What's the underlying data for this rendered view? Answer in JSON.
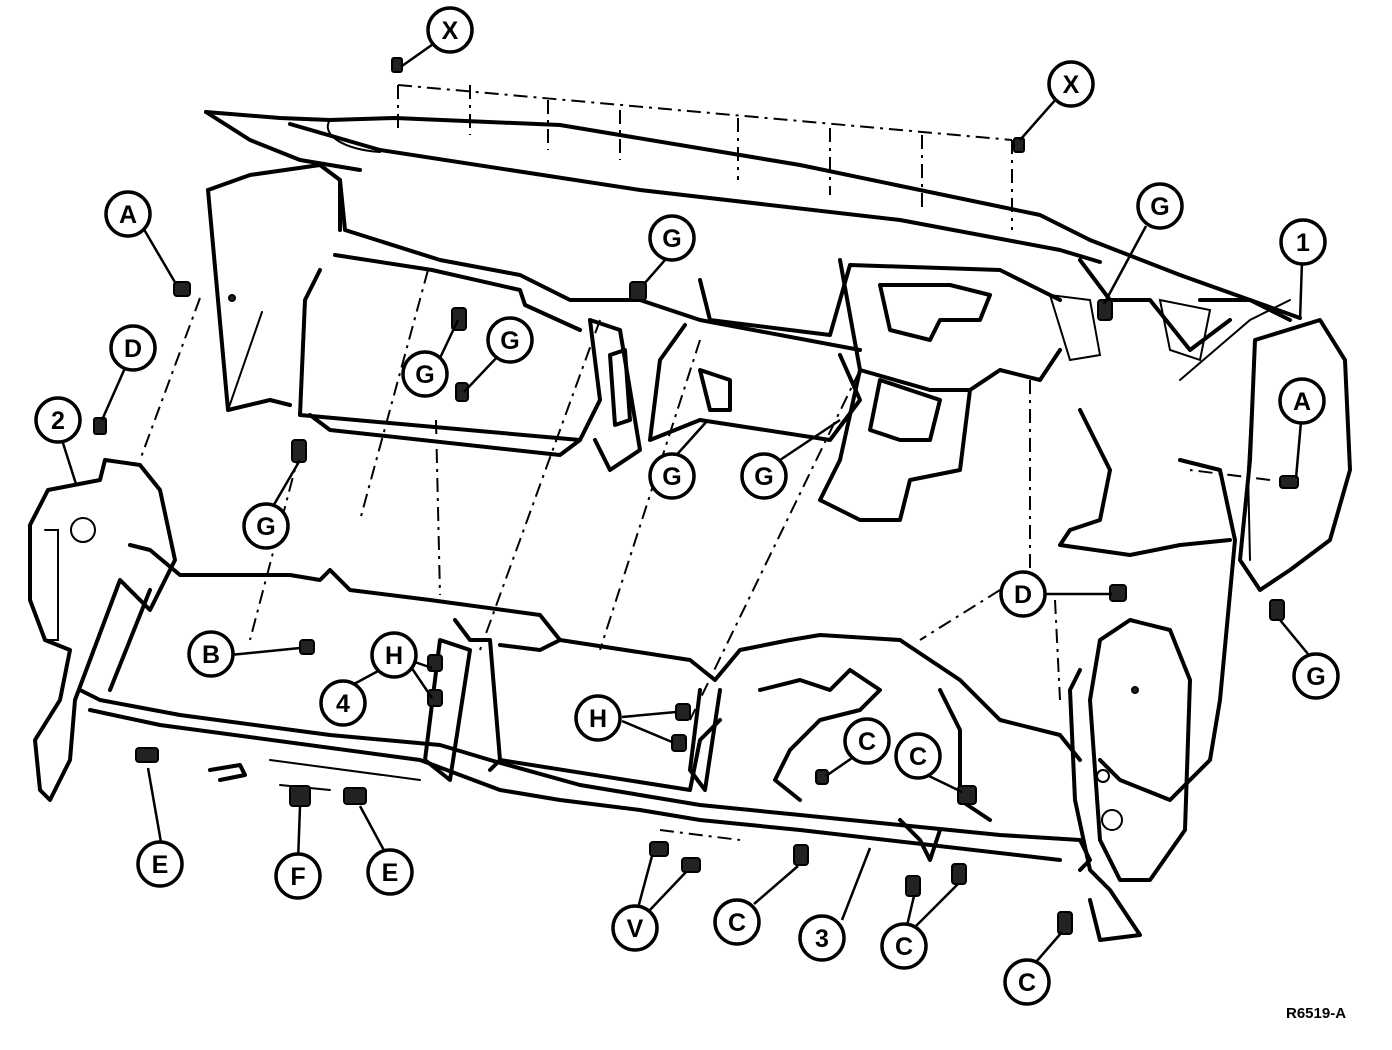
{
  "callouts": {
    "x_top": "X",
    "x_right": "X",
    "a_left": "A",
    "a_right": "A",
    "d_left": "D",
    "d_right": "D",
    "two": "2",
    "one": "1",
    "three": "3",
    "four": "4",
    "b": "B",
    "e_left": "E",
    "e_mid": "E",
    "f": "F",
    "h_left": "H",
    "h_mid": "H",
    "v": "V",
    "c_upper_left": "C",
    "c_upper_right": "C",
    "c_lower_left": "C",
    "c_lower_mid": "C",
    "c_lower_right": "C",
    "g_top_center": "G",
    "g_top_right": "G",
    "g_upper_mid": "G",
    "g_upper_mid2": "G",
    "g_left": "G",
    "g_center": "G",
    "g_center_right": "G",
    "g_right": "G"
  },
  "reference_code": "R6519-A"
}
